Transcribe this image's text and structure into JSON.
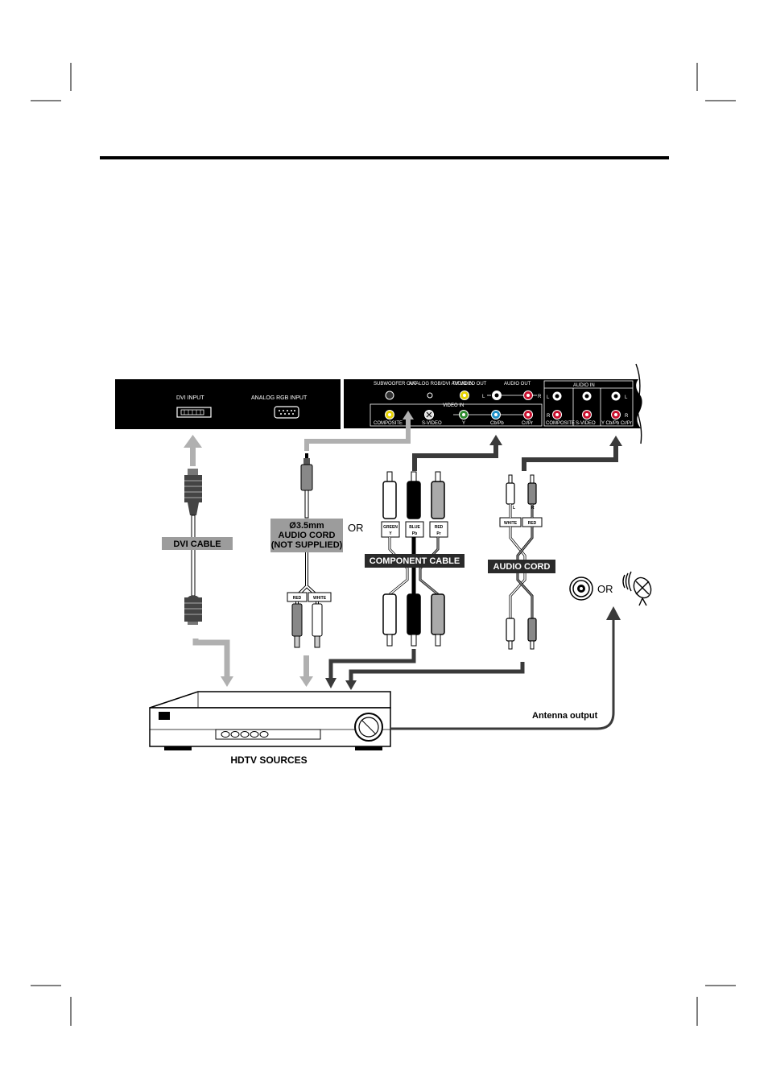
{
  "panel_left": {
    "dvi_input": "DVI INPUT",
    "analog_rgb_input": "ANALOG RGB INPUT"
  },
  "panel_right": {
    "subwoofer_out": "SUBWOOFER OUT",
    "analog_rgb_dvi_audio_in": "ANALOG RGB/DVI AUDIO IN",
    "tv_video_out": "TV VIDEO OUT",
    "audio_out": "AUDIO OUT",
    "audio_in": "AUDIO IN",
    "video_in": "VIDEO IN",
    "composite": "COMPOSITE",
    "s_video": "S-VIDEO",
    "y": "Y",
    "cb_pb": "Cb/Pb",
    "cr_pr": "Cr/Pr",
    "audio_in_composite": "COMPOSITE",
    "audio_in_s_video": "S-VIDEO",
    "audio_in_y_component": "Y Cb/Pb Cr/Pr",
    "left": "L",
    "right": "R"
  },
  "cables": {
    "dvi_cable": "DVI CABLE",
    "audio_cord_35_line1": "Ø3.5mm",
    "audio_cord_35_line2": "AUDIO CORD",
    "audio_cord_35_line3": "(NOT SUPPLIED)",
    "or_1": "OR",
    "component_cable": "COMPONENT CABLE",
    "audio_cord": "AUDIO CORD",
    "or_2": "OR",
    "red": "RED",
    "white": "WHITE",
    "green_y": "GREEN",
    "blue_pb": "BLUE",
    "red_pr": "RED",
    "y_letter": "Y",
    "pb_letter": "Pb",
    "pr_letter": "Pr",
    "l_letter": "L",
    "r_letter": "R"
  },
  "source": {
    "antenna_output": "Antenna output",
    "hdtv_sources": "HDTV SOURCES"
  }
}
